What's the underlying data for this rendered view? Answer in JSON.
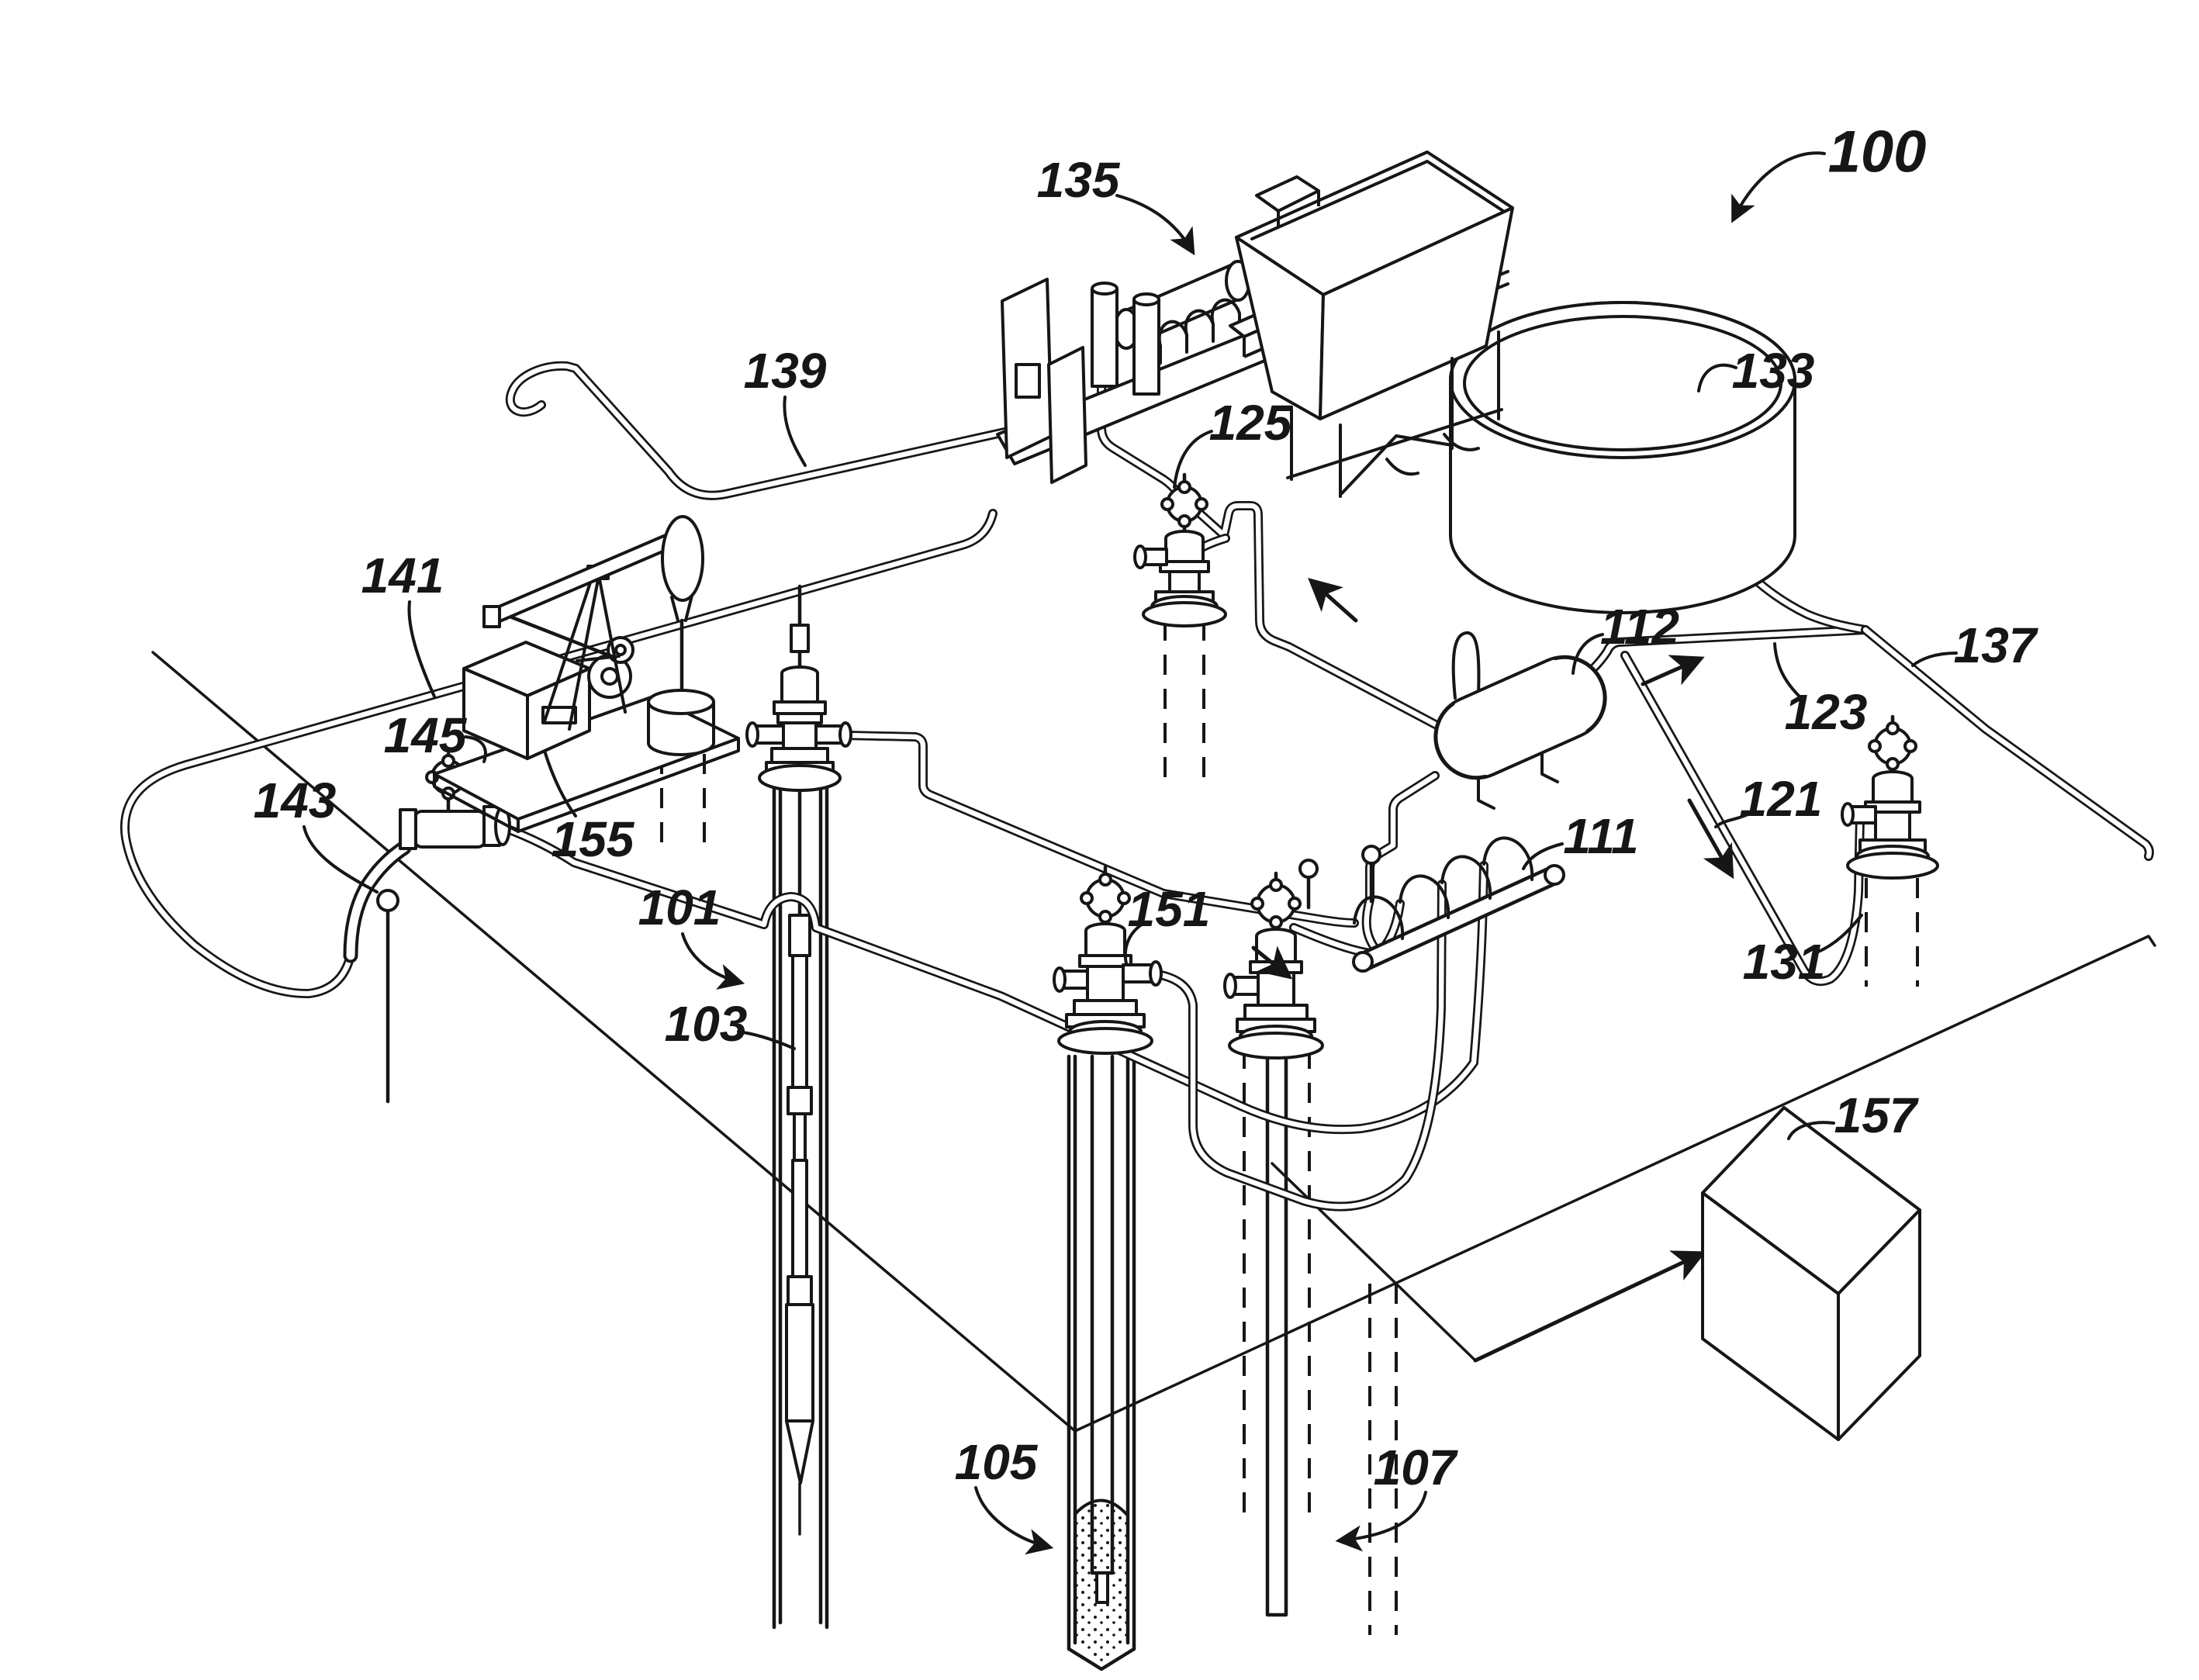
{
  "figure": {
    "type": "patent-isometric-line-drawing",
    "subject": "oil and gas production field with wells, pumping unit, separator, manifold, tank and fracturing equipment",
    "reference_labels": {
      "l100": "100",
      "l101": "101",
      "l103": "103",
      "l105": "105",
      "l107": "107",
      "l111": "111",
      "l112": "112",
      "l121": "121",
      "l123": "123",
      "l125": "125",
      "l131": "131",
      "l133": "133",
      "l135": "135",
      "l137": "137",
      "l139": "139",
      "l141": "141",
      "l143": "143",
      "l145": "145",
      "l151": "151",
      "l155": "155",
      "l157": "157"
    },
    "flow_arrows": [
      {
        "on": "line-123",
        "direction": "up-right toward tank"
      },
      {
        "on": "line-near-125",
        "direction": "up-left toward treating junction"
      },
      {
        "on": "line-121",
        "direction": "down-right toward injection wellhead 131"
      },
      {
        "on": "wellhead-b",
        "direction": "down into well"
      },
      {
        "on": "line-to-157",
        "direction": "into monitoring box 157"
      }
    ],
    "colors": {
      "ink": "#161616",
      "paper": "#ffffff"
    }
  }
}
